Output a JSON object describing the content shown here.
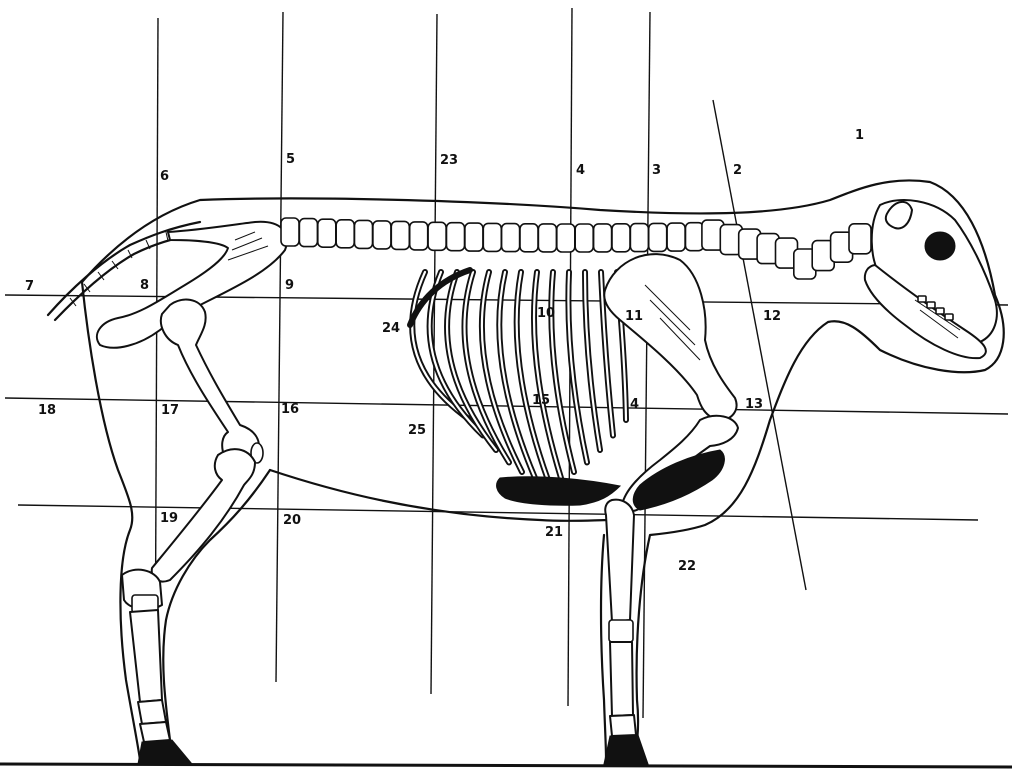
{
  "labels": {
    "l1": "1",
    "l2": "2",
    "l3": "3",
    "l4": "4",
    "l5": "5",
    "l6": "6",
    "l7": "7",
    "l8": "8",
    "l9": "9",
    "l10": "10",
    "l11": "11",
    "l12": "12",
    "l13": "13",
    "l14": "4",
    "l15": "15",
    "l16": "16",
    "l17": "17",
    "l18": "18",
    "l19": "19",
    "l20": "20",
    "l21": "21",
    "l22": "22",
    "l23": "23",
    "l24": "24",
    "l25": "25"
  }
}
